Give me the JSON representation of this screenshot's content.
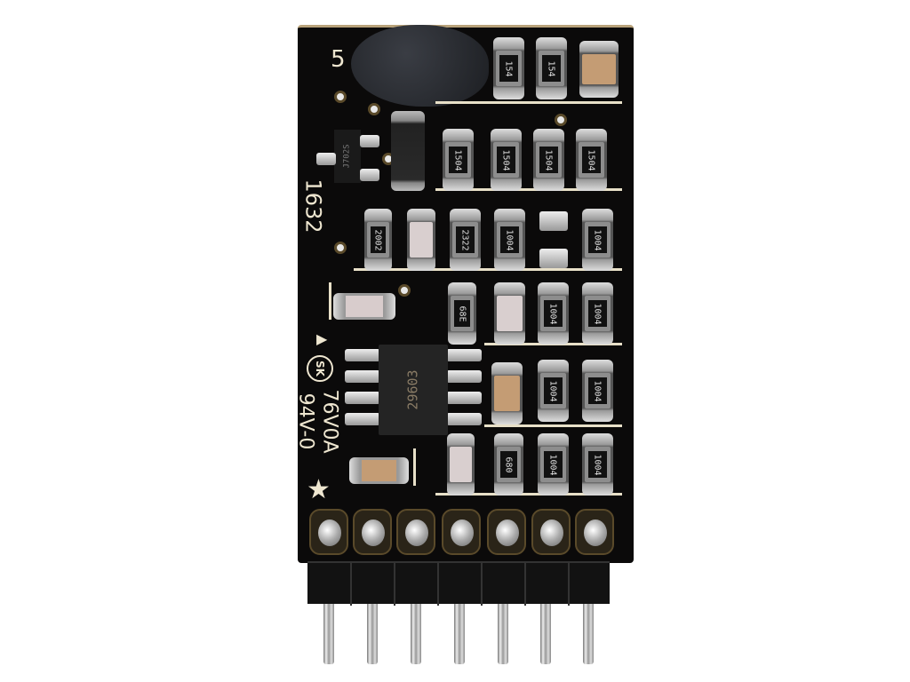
{
  "board": {
    "silk_number": "5",
    "date_code": "1632",
    "cert_line1": "76V0A",
    "cert_line2": "94V-0",
    "logo_text": "SK",
    "ic_marking": "29603",
    "transistor_marking": "J702S",
    "row1": [
      "154",
      "154"
    ],
    "row2": [
      "1504",
      "1504",
      "1504",
      "1504"
    ],
    "row3": [
      "2002",
      "2322",
      "1004",
      "1004"
    ],
    "row4": [
      "68E",
      "1004",
      "1004"
    ],
    "row5": [
      "1004",
      "1004"
    ],
    "row6": [
      "680",
      "1004",
      "1004"
    ]
  },
  "colors": {
    "pcb": "#0b0a0a",
    "silkscreen": "#e8e0c8",
    "solder": "#c8c8c8"
  }
}
